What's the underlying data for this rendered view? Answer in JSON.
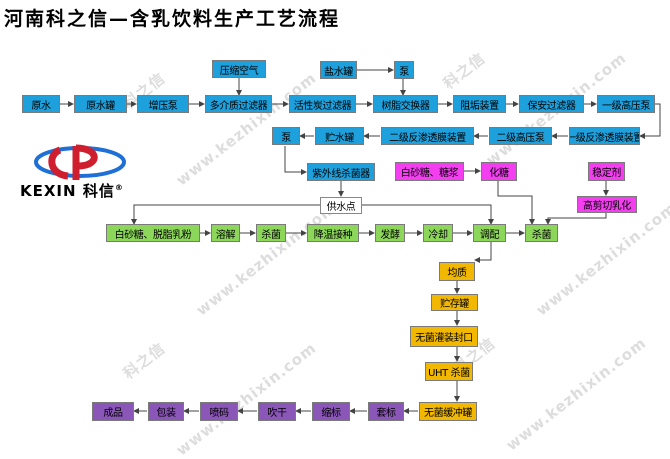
{
  "title": "河南科之信—含乳饮料生产工艺流程",
  "logo": {
    "brand": "KEXIN",
    "cn": "科信",
    "reg": "®"
  },
  "watermark": {
    "cn": "科之信",
    "url": "www.kezhixin.com"
  },
  "nodes": {
    "yuanshui": "原水",
    "yuanshuiguan": "原水罐",
    "zengyabeng": "增压泵",
    "yasuokongqi": "压缩空气",
    "duojiezhi": "多介质过滤器",
    "huoxingtan": "活性炭过滤器",
    "yanshuiguan": "盐水罐",
    "beng_top": "泵",
    "shuzhi": "树脂交换器",
    "zugou": "阻垢装置",
    "baoan": "保安过滤器",
    "yiji_gaoya": "一级高压泵",
    "yiji_fanshentou": "一级反渗透膜装置",
    "erji_gaoya": "二级高压泵",
    "erji_fanshentou": "二级反渗透膜装置",
    "zhushuiguan": "贮水罐",
    "beng_mid": "泵",
    "ziwaixian": "紫外线杀菌器",
    "gongshuidian": "供水点",
    "baishatang_tangjiang": "白砂糖、糖浆",
    "huatang": "化糖",
    "wendingji": "稳定剂",
    "gaojian": "高剪切乳化",
    "baishatang_tuozhi": "白砂糖、脱脂乳粉",
    "rongjie": "溶解",
    "shajun1": "杀菌",
    "jiangwen": "降温接种",
    "fajiao": "发酵",
    "lengque": "冷却",
    "tiaopei": "调配",
    "shajun2": "杀菌",
    "junzhi": "均质",
    "zhucunguan": "贮存罐",
    "wujun_guanzhuang": "无菌灌装封口",
    "uht": "UHT 杀菌",
    "wujun_huanchong": "无菌缓冲罐",
    "taobiao": "套标",
    "suobiao": "缩标",
    "chuigan": "吹干",
    "penma": "喷码",
    "baozhuang": "包装",
    "chengpin": "成品"
  }
}
